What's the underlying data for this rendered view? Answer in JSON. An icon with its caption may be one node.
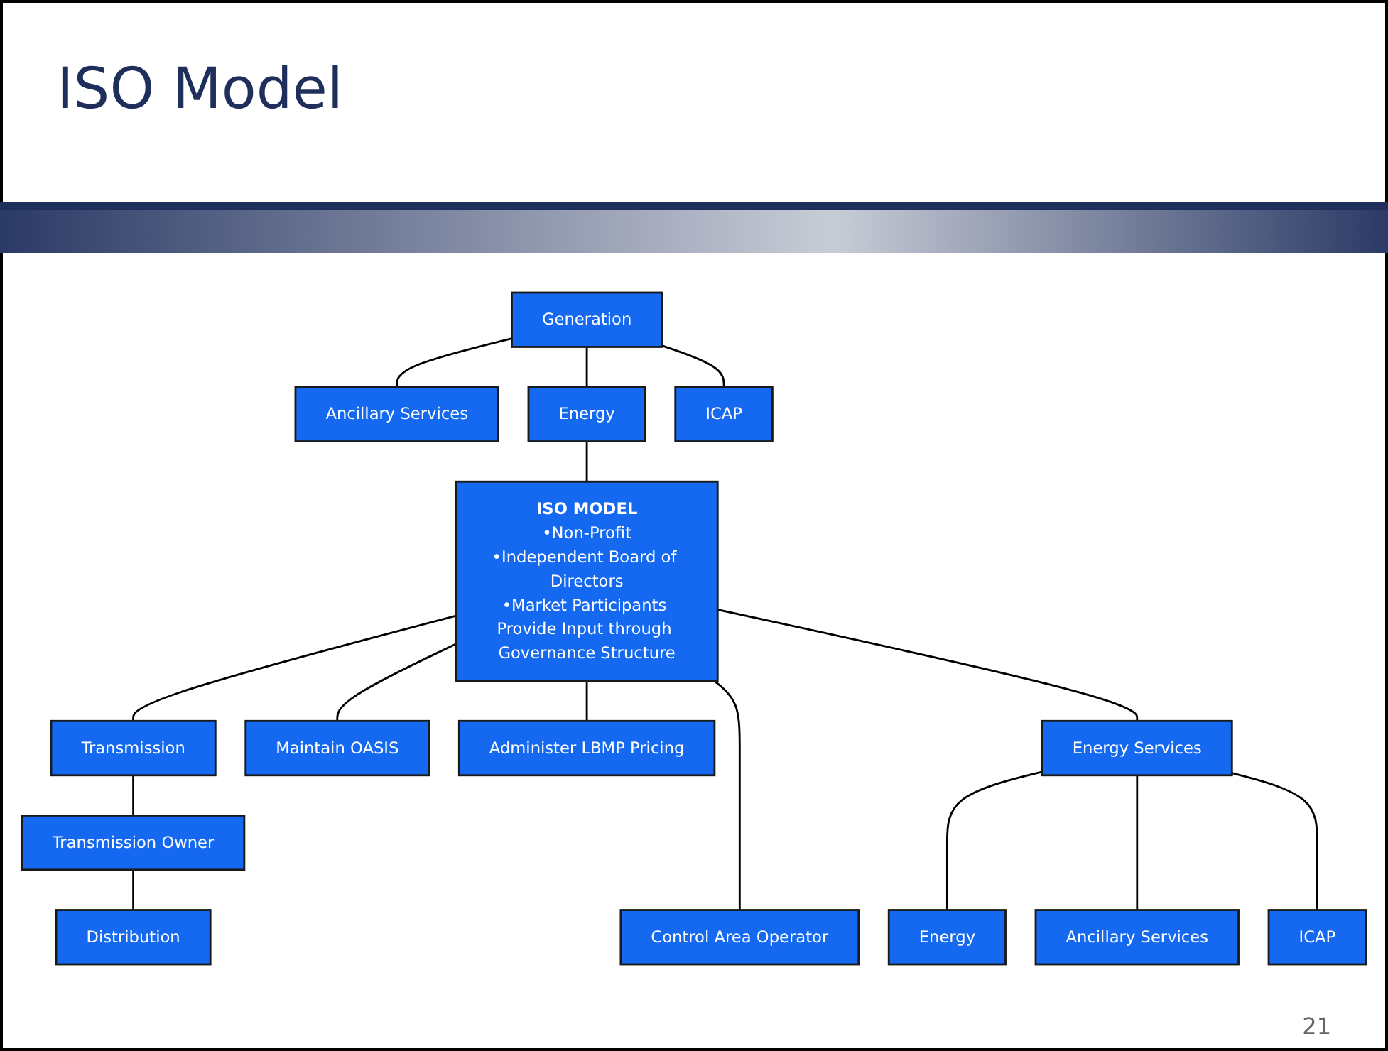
{
  "diagram": {
    "title": "ISO Model",
    "nodes": [
      {
        "text": [
          "Generation"
        ]
      },
      {
        "text": [
          "Ancillary Services"
        ]
      },
      {
        "text": [
          "Energy"
        ]
      },
      {
        "text": [
          "ICAP"
        ]
      },
      {
        "text": [
          "ISO MODEL",
          "•Non-Profit",
          "•Independent Board of Directors",
          "•Market Participants Provide Input through Governance Structure"
        ]
      },
      {
        "text": [
          "Transmission"
        ]
      },
      {
        "text": [
          "Maintain OASIS"
        ]
      },
      {
        "text": [
          "Administer LBMP Pricing"
        ]
      },
      {
        "text": [
          "Energy Services"
        ]
      },
      {
        "text": [
          "Transmission Owner"
        ]
      },
      {
        "text": [
          "Energy"
        ]
      },
      {
        "text": [
          "ICAP"
        ]
      },
      {
        "text": [
          "Distribution"
        ]
      },
      {
        "text": [
          "Control Area Operator"
        ]
      },
      {
        "text": [
          "Ancillary Services"
        ]
      }
    ],
    "edges": [
      {
        "from": 0,
        "to": 1,
        "arrow": "none"
      },
      {
        "from": 0,
        "to": 2,
        "arrow": "none"
      },
      {
        "from": 0,
        "to": 3,
        "arrow": "none"
      },
      {
        "from": 2,
        "to": 4,
        "arrow": "none"
      },
      {
        "from": 4,
        "to": 5,
        "arrow": "none"
      },
      {
        "from": 4,
        "to": 6,
        "arrow": "none"
      },
      {
        "from": 4,
        "to": 7,
        "arrow": "none"
      },
      {
        "from": 4,
        "to": 13,
        "arrow": "none"
      },
      {
        "from": 4,
        "to": 8,
        "arrow": "none"
      },
      {
        "from": 5,
        "to": 9,
        "arrow": "none"
      },
      {
        "from": 9,
        "to": 12,
        "arrow": "none"
      },
      {
        "from": 8,
        "to": 10,
        "arrow": "none"
      },
      {
        "from": 8,
        "to": 14,
        "arrow": "none"
      },
      {
        "from": 8,
        "to": 11,
        "arrow": "none"
      }
    ],
    "labels": [
      "21"
    ]
  }
}
